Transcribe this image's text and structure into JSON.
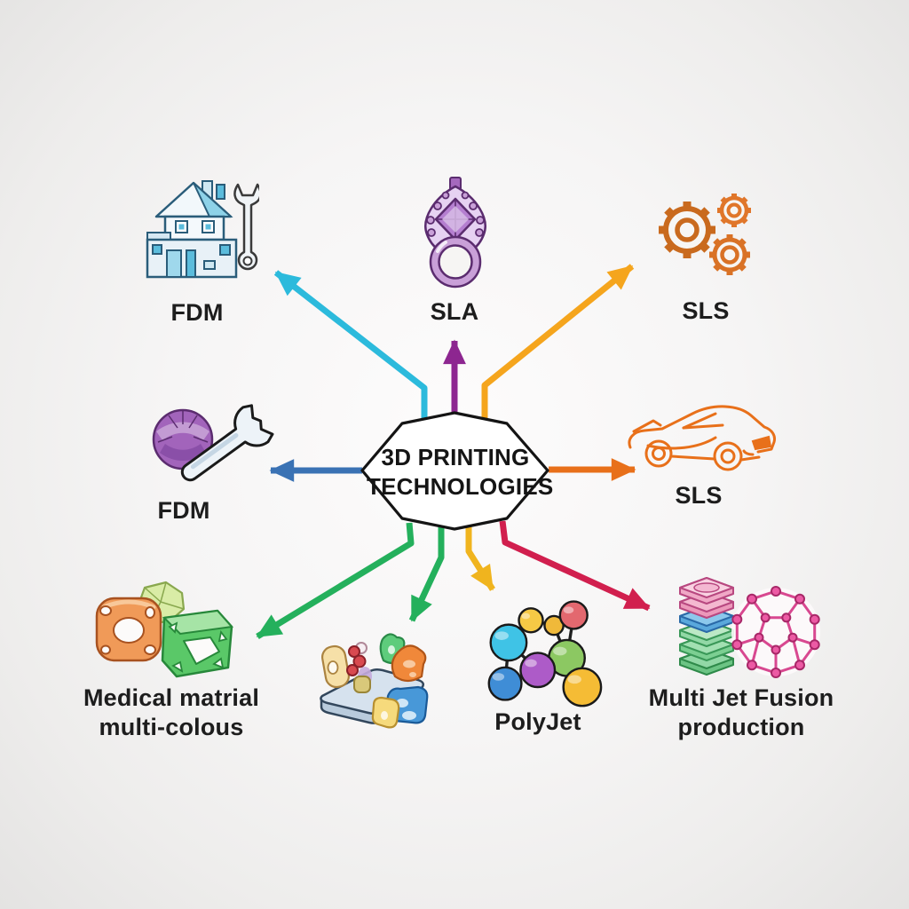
{
  "title": "3D Printing Technologies Diagram",
  "background": {
    "center_color": "#fcfbfb",
    "edge_color": "#e4e3e2"
  },
  "center_node": {
    "line1": "3D PRINTING",
    "line2": "TECHNOLOGIES",
    "fill": "#ffffff",
    "stroke": "#141414"
  },
  "nodes": [
    {
      "id": "fdm-architecture",
      "position": "top-left",
      "label": "FDM",
      "icon": "house-wrench-icon",
      "arrow_color": "#2cbadc",
      "arrow_direction": "up-left"
    },
    {
      "id": "sla-jewelry",
      "position": "top-center",
      "label": "SLA",
      "icon": "jewelry-ring-icon",
      "arrow_color": "#8d2690",
      "arrow_direction": "up"
    },
    {
      "id": "sls-gears",
      "position": "top-right",
      "label": "SLS",
      "icon": "gears-icon",
      "arrow_color": "#f5a51d",
      "arrow_direction": "up-right"
    },
    {
      "id": "fdm-prototyping",
      "position": "middle-left",
      "label": "FDM",
      "icon": "sphere-wrench-icon",
      "arrow_color": "#3a72b4",
      "arrow_direction": "left"
    },
    {
      "id": "sls-automotive",
      "position": "middle-right",
      "label": "SLS",
      "icon": "sports-car-icon",
      "arrow_color": "#e8701a",
      "arrow_direction": "right"
    },
    {
      "id": "medical-material",
      "position": "bottom-left",
      "label_line1": "Medical matrial",
      "label_line2": "multi-colous",
      "icon": "lattice-cubes-icon",
      "arrow_color": "#24b05c",
      "arrow_direction": "down-left"
    },
    {
      "id": "multi-color-build",
      "position": "bottom-center-left",
      "label": "",
      "icon": "build-plate-icon",
      "arrow_color": "#24b05c",
      "arrow_direction": "down"
    },
    {
      "id": "polyjet",
      "position": "bottom-center-right",
      "label": "PolyJet",
      "icon": "molecule-icon",
      "arrow_color": "#f0b41e",
      "arrow_direction": "down-right"
    },
    {
      "id": "multi-jet-fusion",
      "position": "bottom-right",
      "label_line1": "Multi Jet Fusion",
      "label_line2": "production",
      "icon": "layer-stack-lattice-icon",
      "arrow_color": "#d11f4e",
      "arrow_direction": "down-right"
    }
  ]
}
